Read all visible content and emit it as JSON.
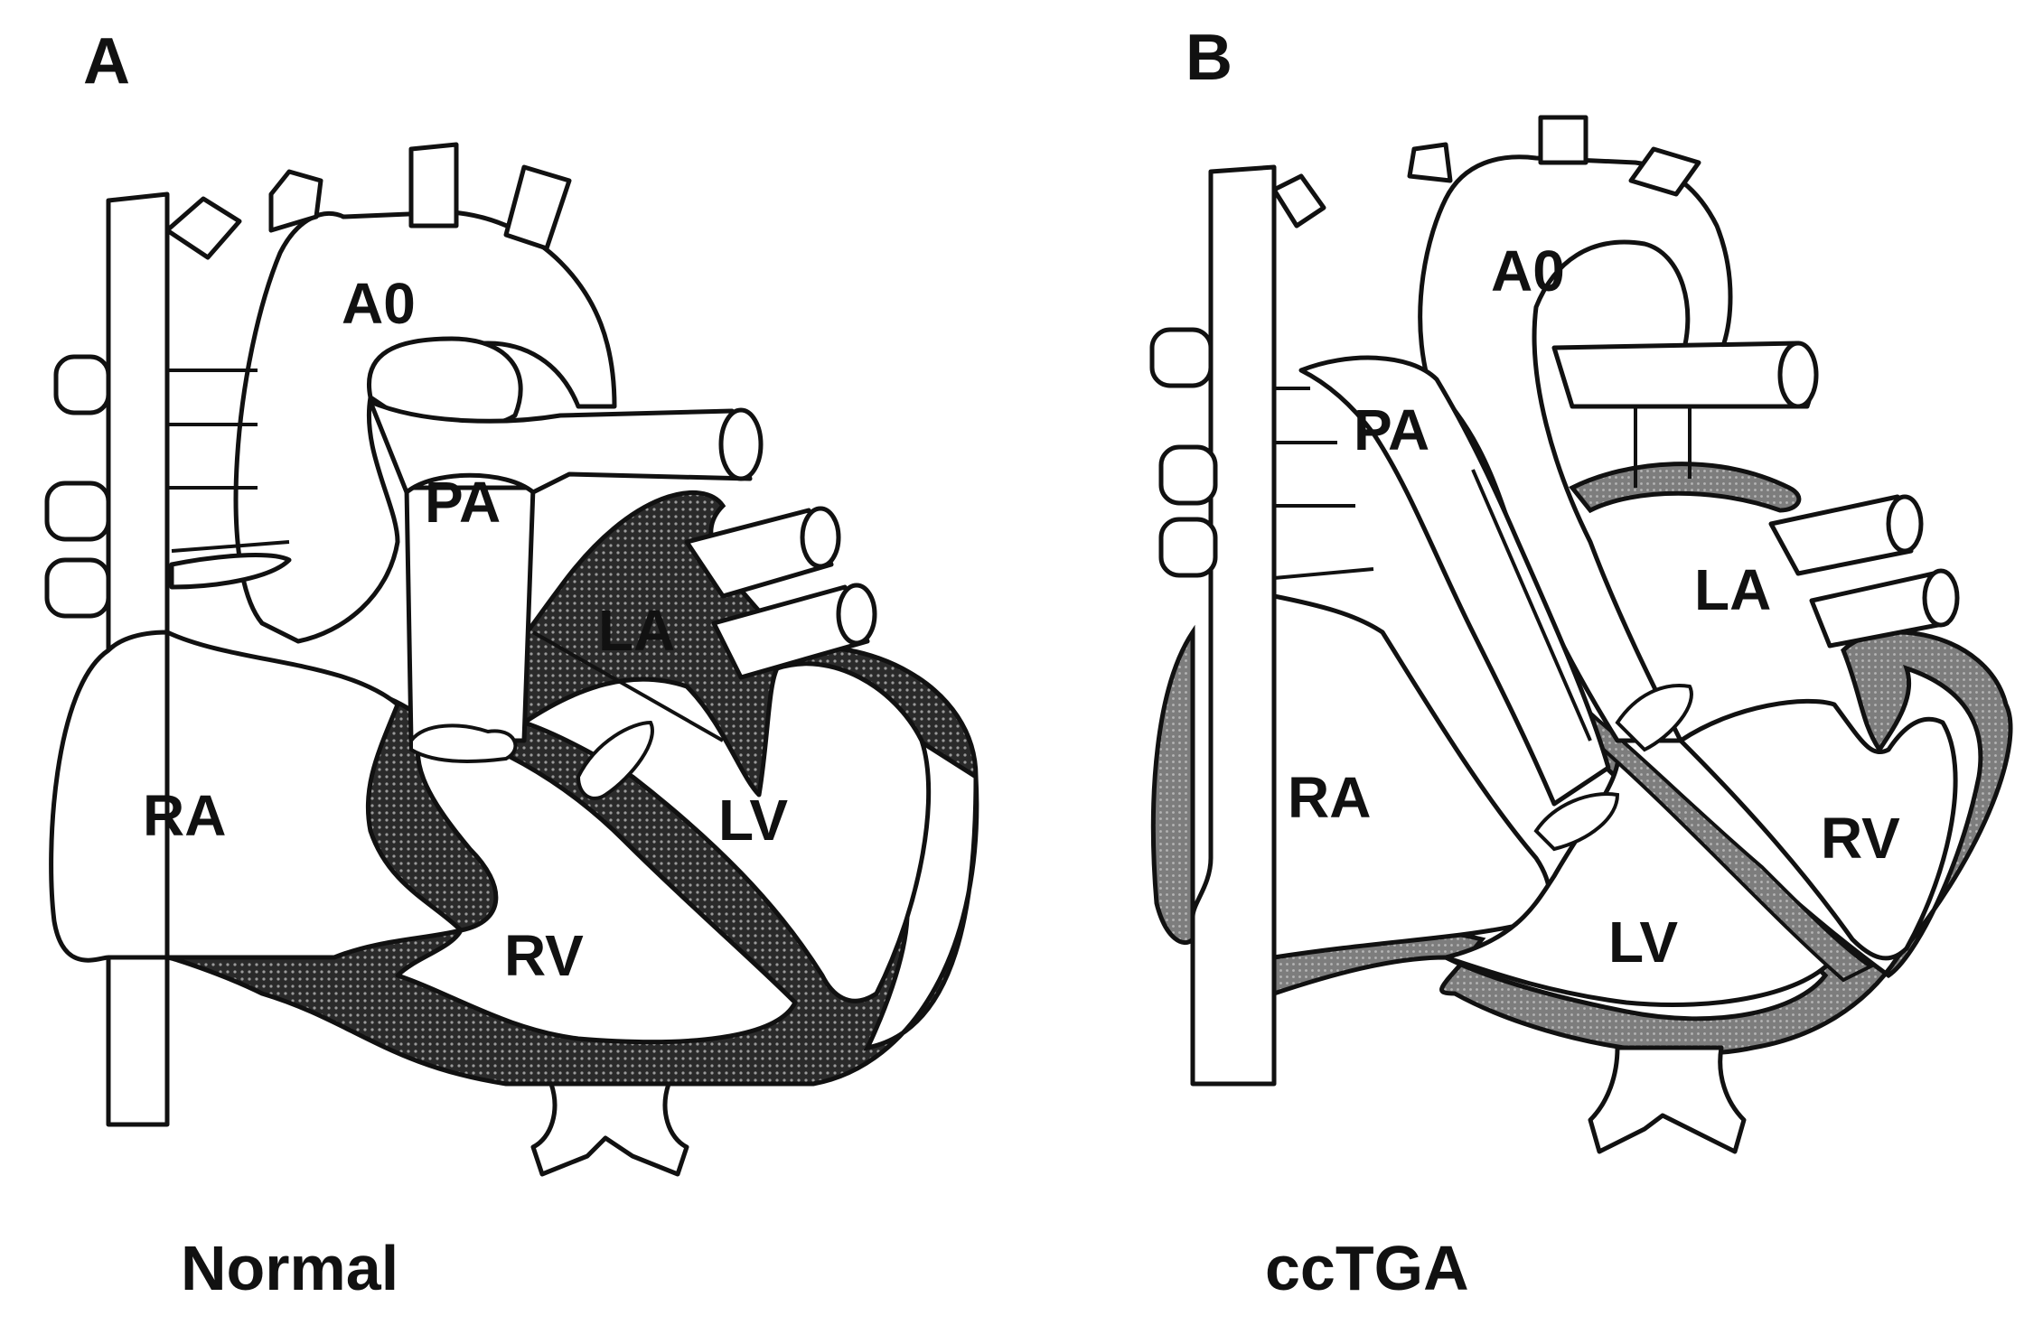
{
  "panels": [
    {
      "letter": "A",
      "caption": "Normal",
      "labels": {
        "ao": "A0",
        "pa": "PA",
        "la": "LA",
        "ra": "RA",
        "lv": "LV",
        "rv": "RV"
      }
    },
    {
      "letter": "B",
      "caption": "ccTGA",
      "labels": {
        "ao": "A0",
        "pa": "PA",
        "la": "LA",
        "ra": "RA",
        "lv": "LV",
        "rv": "RV"
      }
    }
  ],
  "colors": {
    "myocardium_normal": "#3a3a3a",
    "myocardium_cctga": "#8c8c8c",
    "outline": "#111111"
  }
}
